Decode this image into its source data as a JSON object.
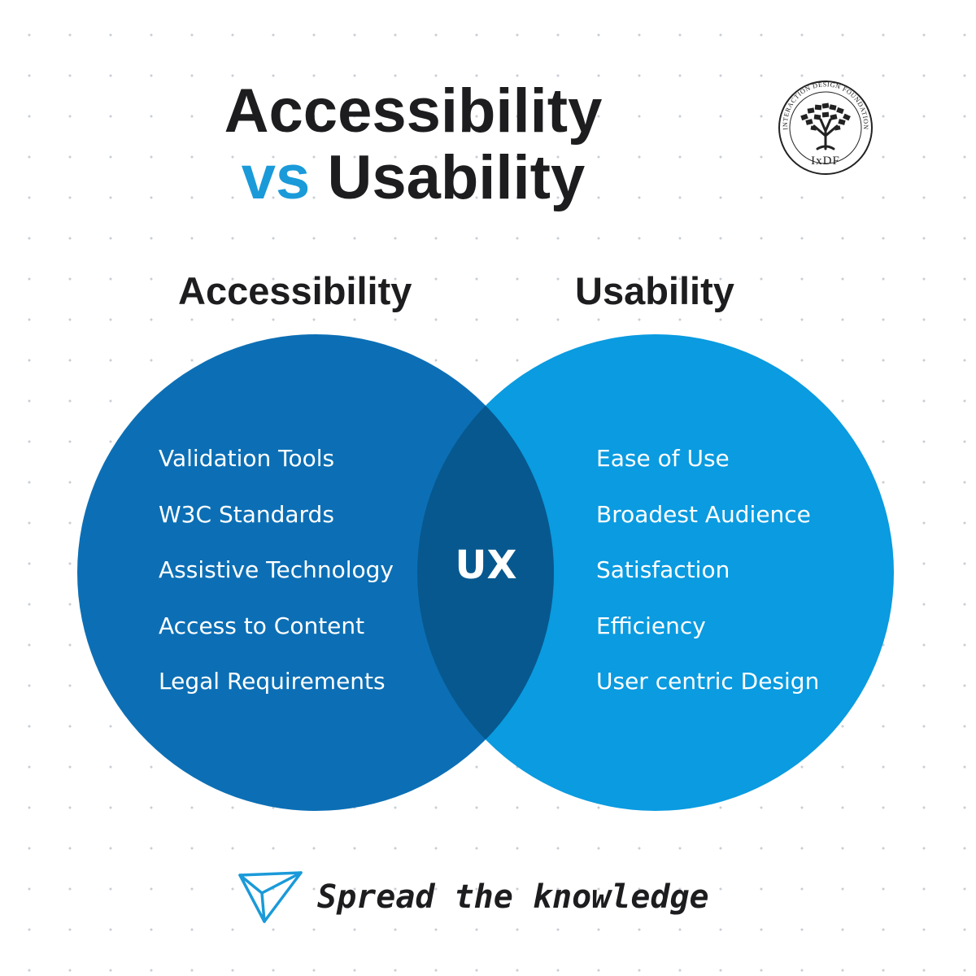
{
  "title": {
    "line1": "Accessibility",
    "vs": "vs",
    "line2_rest": "Usability"
  },
  "logo": {
    "arc_text": "INTERACTION DESIGN FOUNDATION",
    "abbr": "IxDF"
  },
  "diagram": {
    "left": {
      "heading": "Accessibility",
      "items": [
        "Validation Tools",
        "W3C Standards",
        "Assistive Technology",
        "Access to Content",
        "Legal Requirements"
      ]
    },
    "right": {
      "heading": "Usability",
      "items": [
        "Ease of Use",
        "Broadest Audience",
        "Satisfaction",
        "Efficiency",
        "User centric Design"
      ]
    },
    "intersection": "UX"
  },
  "footer": {
    "tagline": "Spread the knowledge",
    "icon": "paper-plane-icon"
  },
  "colors": {
    "left_circle": "#0c6fb5",
    "right_circle": "#0a9be0",
    "overlap": "#07588f",
    "accent": "#1a9ad9",
    "text_dark": "#1d1d1f"
  }
}
